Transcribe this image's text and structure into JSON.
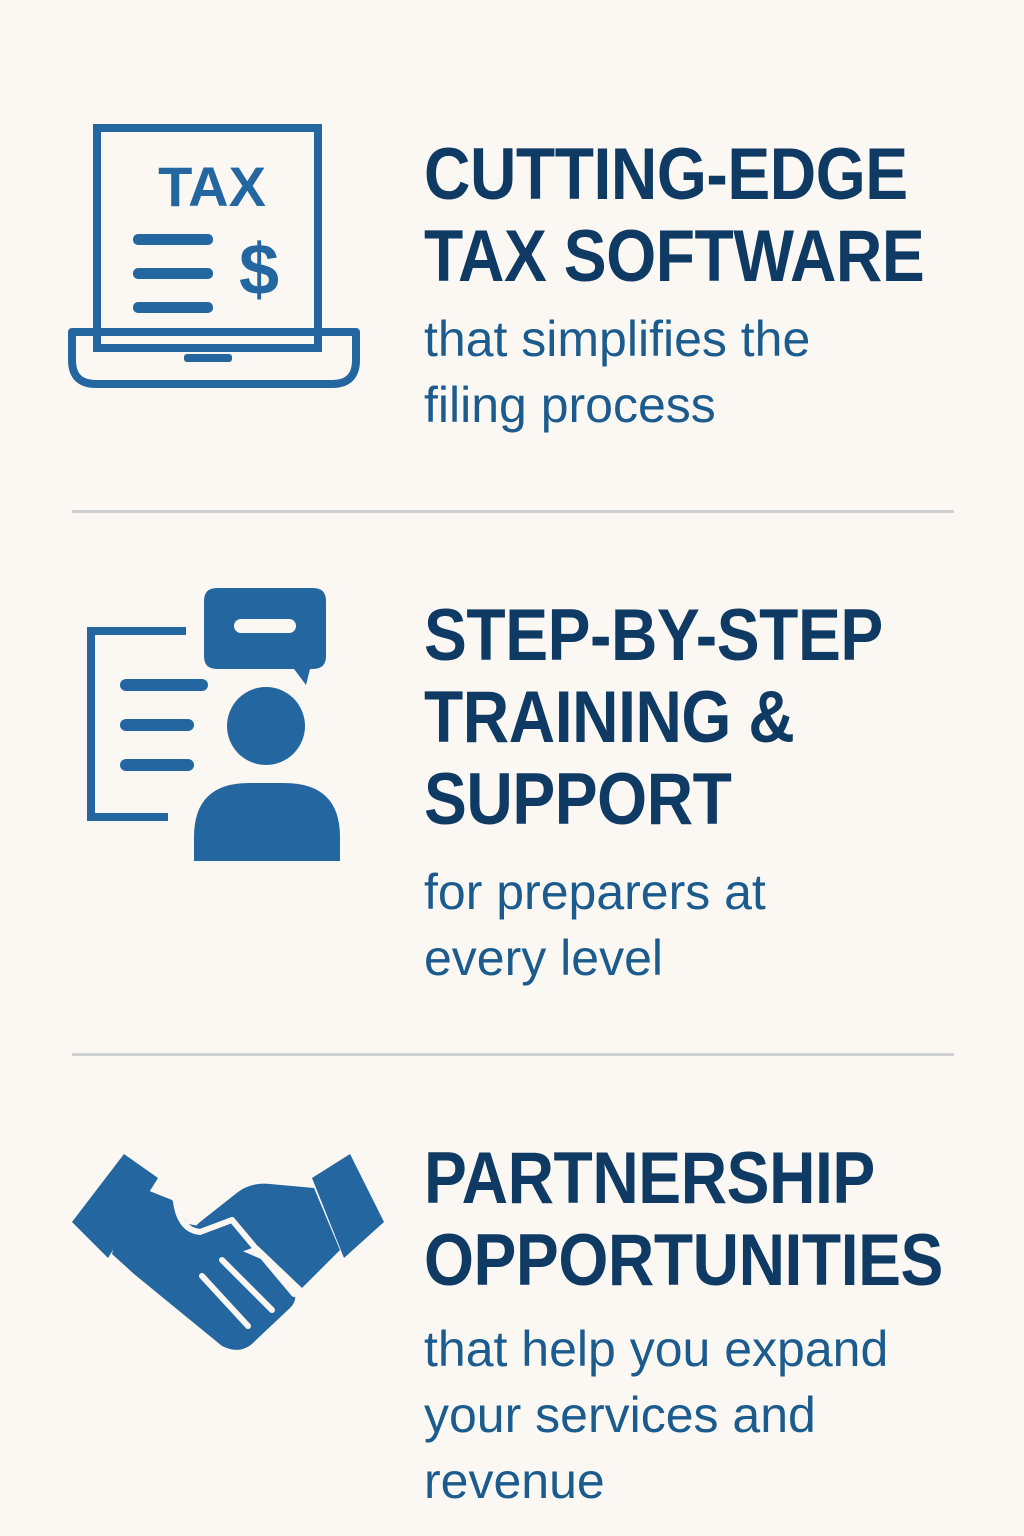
{
  "colors": {
    "background": "#fbf8f3",
    "heading": "#0f3a63",
    "subtext": "#1b5b8e",
    "icon": "#2466a0",
    "divider": "#cfd0d1"
  },
  "features": [
    {
      "icon": "laptop-tax-icon",
      "icon_text": "TAX",
      "icon_symbol": "$",
      "heading": [
        "CUTTING-EDGE",
        "TAX SOFTWARE"
      ],
      "subtext": [
        "that simplifies the",
        "filing process"
      ]
    },
    {
      "icon": "training-support-icon",
      "heading": [
        "STEP-BY-STEP",
        "TRAINING &",
        "SUPPORT"
      ],
      "subtext": [
        "for preparers at",
        "every level"
      ]
    },
    {
      "icon": "handshake-icon",
      "heading": [
        "PARTNERSHIP",
        "OPPORTUNITIES"
      ],
      "subtext": [
        "that help you expand",
        "your services and",
        "revenue"
      ]
    }
  ]
}
